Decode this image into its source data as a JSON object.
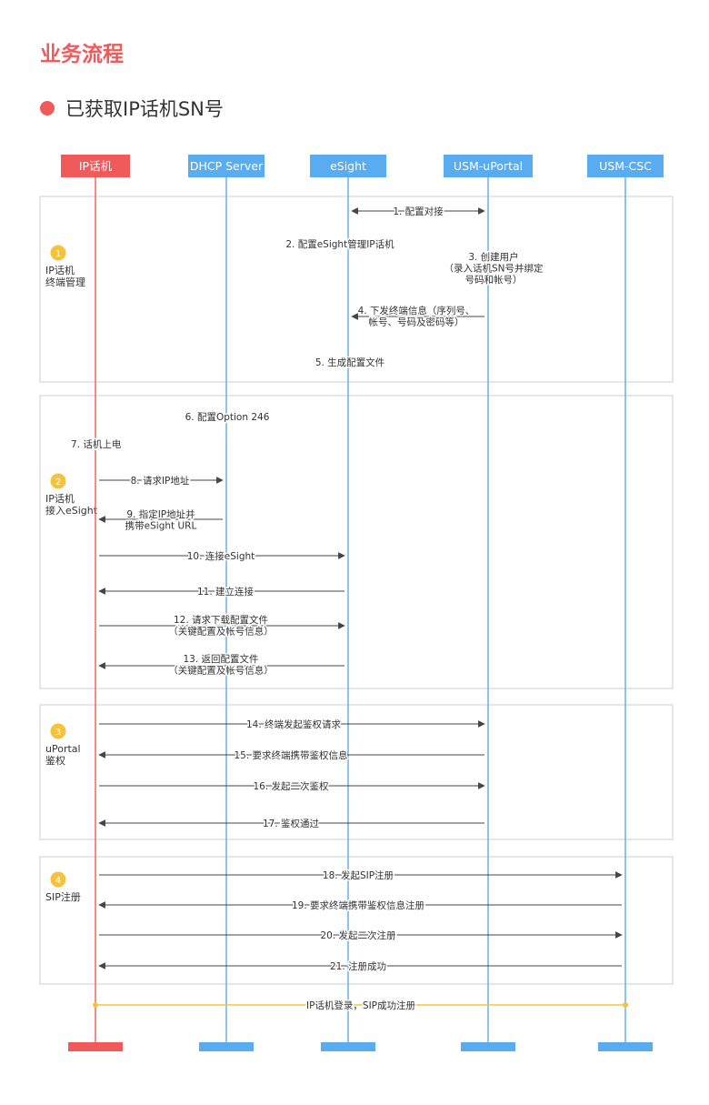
{
  "page_title": "业务流程",
  "subtitle": "已获取IP话机SN号",
  "colors": {
    "accent": "#f05a5a",
    "lane_blue": "#5aacf0",
    "section_badge": "#f5c33b",
    "final_line": "#f5c33b",
    "arrow": "#444444",
    "section_border": "#cfcfcf"
  },
  "participants": [
    {
      "id": "phone",
      "label": "IP话机",
      "color": "#f05a5a"
    },
    {
      "id": "dhcp",
      "label": "DHCP Server",
      "color": "#5aacf0"
    },
    {
      "id": "esight",
      "label": "eSight",
      "color": "#5aacf0"
    },
    {
      "id": "uportal",
      "label": "USM-uPortal",
      "color": "#5aacf0"
    },
    {
      "id": "csc",
      "label": "USM-CSC",
      "color": "#5aacf0"
    }
  ],
  "sections": [
    {
      "num": "1",
      "label": [
        "IP话机",
        "终端管理"
      ]
    },
    {
      "num": "2",
      "label": [
        "IP话机",
        "接入eSight"
      ]
    },
    {
      "num": "3",
      "label": [
        "uPortal",
        "鉴权"
      ]
    },
    {
      "num": "4",
      "label": [
        "SIP注册"
      ]
    }
  ],
  "messages": [
    {
      "id": "m1",
      "text": [
        "1. 配置对接"
      ],
      "from": "esight",
      "to": "uportal",
      "bidir": true
    },
    {
      "id": "m2",
      "text": [
        "2. 配置eSight管理IP话机"
      ],
      "from": null,
      "to": null
    },
    {
      "id": "m3",
      "text": [
        "3. 创建用户",
        "（录入话机SN号并绑定",
        "号码和帐号）"
      ],
      "from": null,
      "to": null
    },
    {
      "id": "m4",
      "text": [
        "4. 下发终端信息（序列号、",
        "帐号、号码及密码等）"
      ],
      "from": "uportal",
      "to": "esight"
    },
    {
      "id": "m5",
      "text": [
        "5. 生成配置文件"
      ],
      "from": null,
      "to": null
    },
    {
      "id": "m6",
      "text": [
        "6. 配置Option 246"
      ],
      "from": null,
      "to": null
    },
    {
      "id": "m7",
      "text": [
        "7. 话机上电"
      ],
      "from": null,
      "to": null
    },
    {
      "id": "m8",
      "text": [
        "8. 请求IP地址"
      ],
      "from": "phone",
      "to": "dhcp"
    },
    {
      "id": "m9",
      "text": [
        "9. 指定IP地址并",
        "携带eSight URL"
      ],
      "from": "dhcp",
      "to": "phone"
    },
    {
      "id": "m10",
      "text": [
        "10. 连接eSight"
      ],
      "from": "phone",
      "to": "esight"
    },
    {
      "id": "m11",
      "text": [
        "11. 建立连接"
      ],
      "from": "esight",
      "to": "phone"
    },
    {
      "id": "m12",
      "text": [
        "12. 请求下载配置文件",
        "（关键配置及帐号信息）"
      ],
      "from": "phone",
      "to": "esight"
    },
    {
      "id": "m13",
      "text": [
        "13. 返回配置文件",
        "（关键配置及帐号信息）"
      ],
      "from": "esight",
      "to": "phone"
    },
    {
      "id": "m14",
      "text": [
        "14. 终端发起鉴权请求"
      ],
      "from": "phone",
      "to": "uportal"
    },
    {
      "id": "m15",
      "text": [
        "15. 要求终端携带鉴权信息"
      ],
      "from": "uportal",
      "to": "phone"
    },
    {
      "id": "m16",
      "text": [
        "16. 发起二次鉴权"
      ],
      "from": "phone",
      "to": "uportal"
    },
    {
      "id": "m17",
      "text": [
        "17. 鉴权通过"
      ],
      "from": "uportal",
      "to": "phone"
    },
    {
      "id": "m18",
      "text": [
        "18. 发起SIP注册"
      ],
      "from": "phone",
      "to": "csc"
    },
    {
      "id": "m19",
      "text": [
        "19. 要求终端携带鉴权信息注册"
      ],
      "from": "csc",
      "to": "phone"
    },
    {
      "id": "m20",
      "text": [
        "20. 发起二次注册"
      ],
      "from": "phone",
      "to": "csc"
    },
    {
      "id": "m21",
      "text": [
        "21. 注册成功"
      ],
      "from": "csc",
      "to": "phone"
    },
    {
      "id": "m22",
      "text": [
        "IP话机登录，SIP成功注册"
      ],
      "from": "phone",
      "to": "csc",
      "final": true
    }
  ]
}
